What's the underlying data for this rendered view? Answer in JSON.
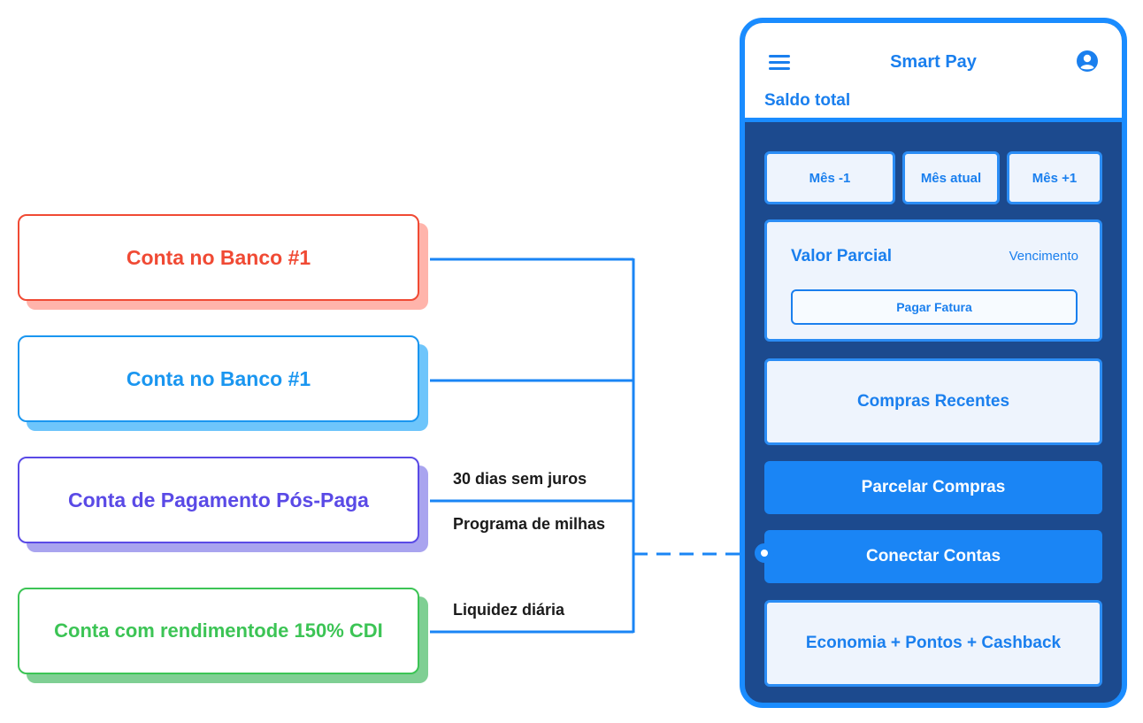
{
  "accounts": [
    {
      "label": "Conta no Banco #1",
      "color": "#f04a34"
    },
    {
      "label": "Conta no Banco #1",
      "color": "#1a96f0"
    },
    {
      "label": "Conta de Pagamento Pós-Paga",
      "color": "#5a4ae6"
    },
    {
      "label": "Conta com rendimentode 150% CDI",
      "color": "#3cc455"
    }
  ],
  "connector_labels": {
    "juros": "30 dias sem juros",
    "milhas": "Programa de milhas",
    "liquidez": "Liquidez diária"
  },
  "phone": {
    "menu_icon": "hamburger-menu-icon",
    "title": "Smart Pay",
    "user_icon": "user-account-icon",
    "saldo": "Saldo total",
    "months": {
      "prev": "Mês -1",
      "current": "Mês atual",
      "next": "Mês +1"
    },
    "valor_parcial": "Valor Parcial",
    "vencimento": "Vencimento",
    "pagar_fatura": "Pagar Fatura",
    "compras_recentes": "Compras Recentes",
    "parcelar_compras": "Parcelar Compras",
    "conectar_contas": "Conectar Contas",
    "economia": "Economia + Pontos + Cashback"
  },
  "colors": {
    "accent": "#1a85f5",
    "phone_bg": "#1c4a8e",
    "line": "#1a85f5"
  }
}
